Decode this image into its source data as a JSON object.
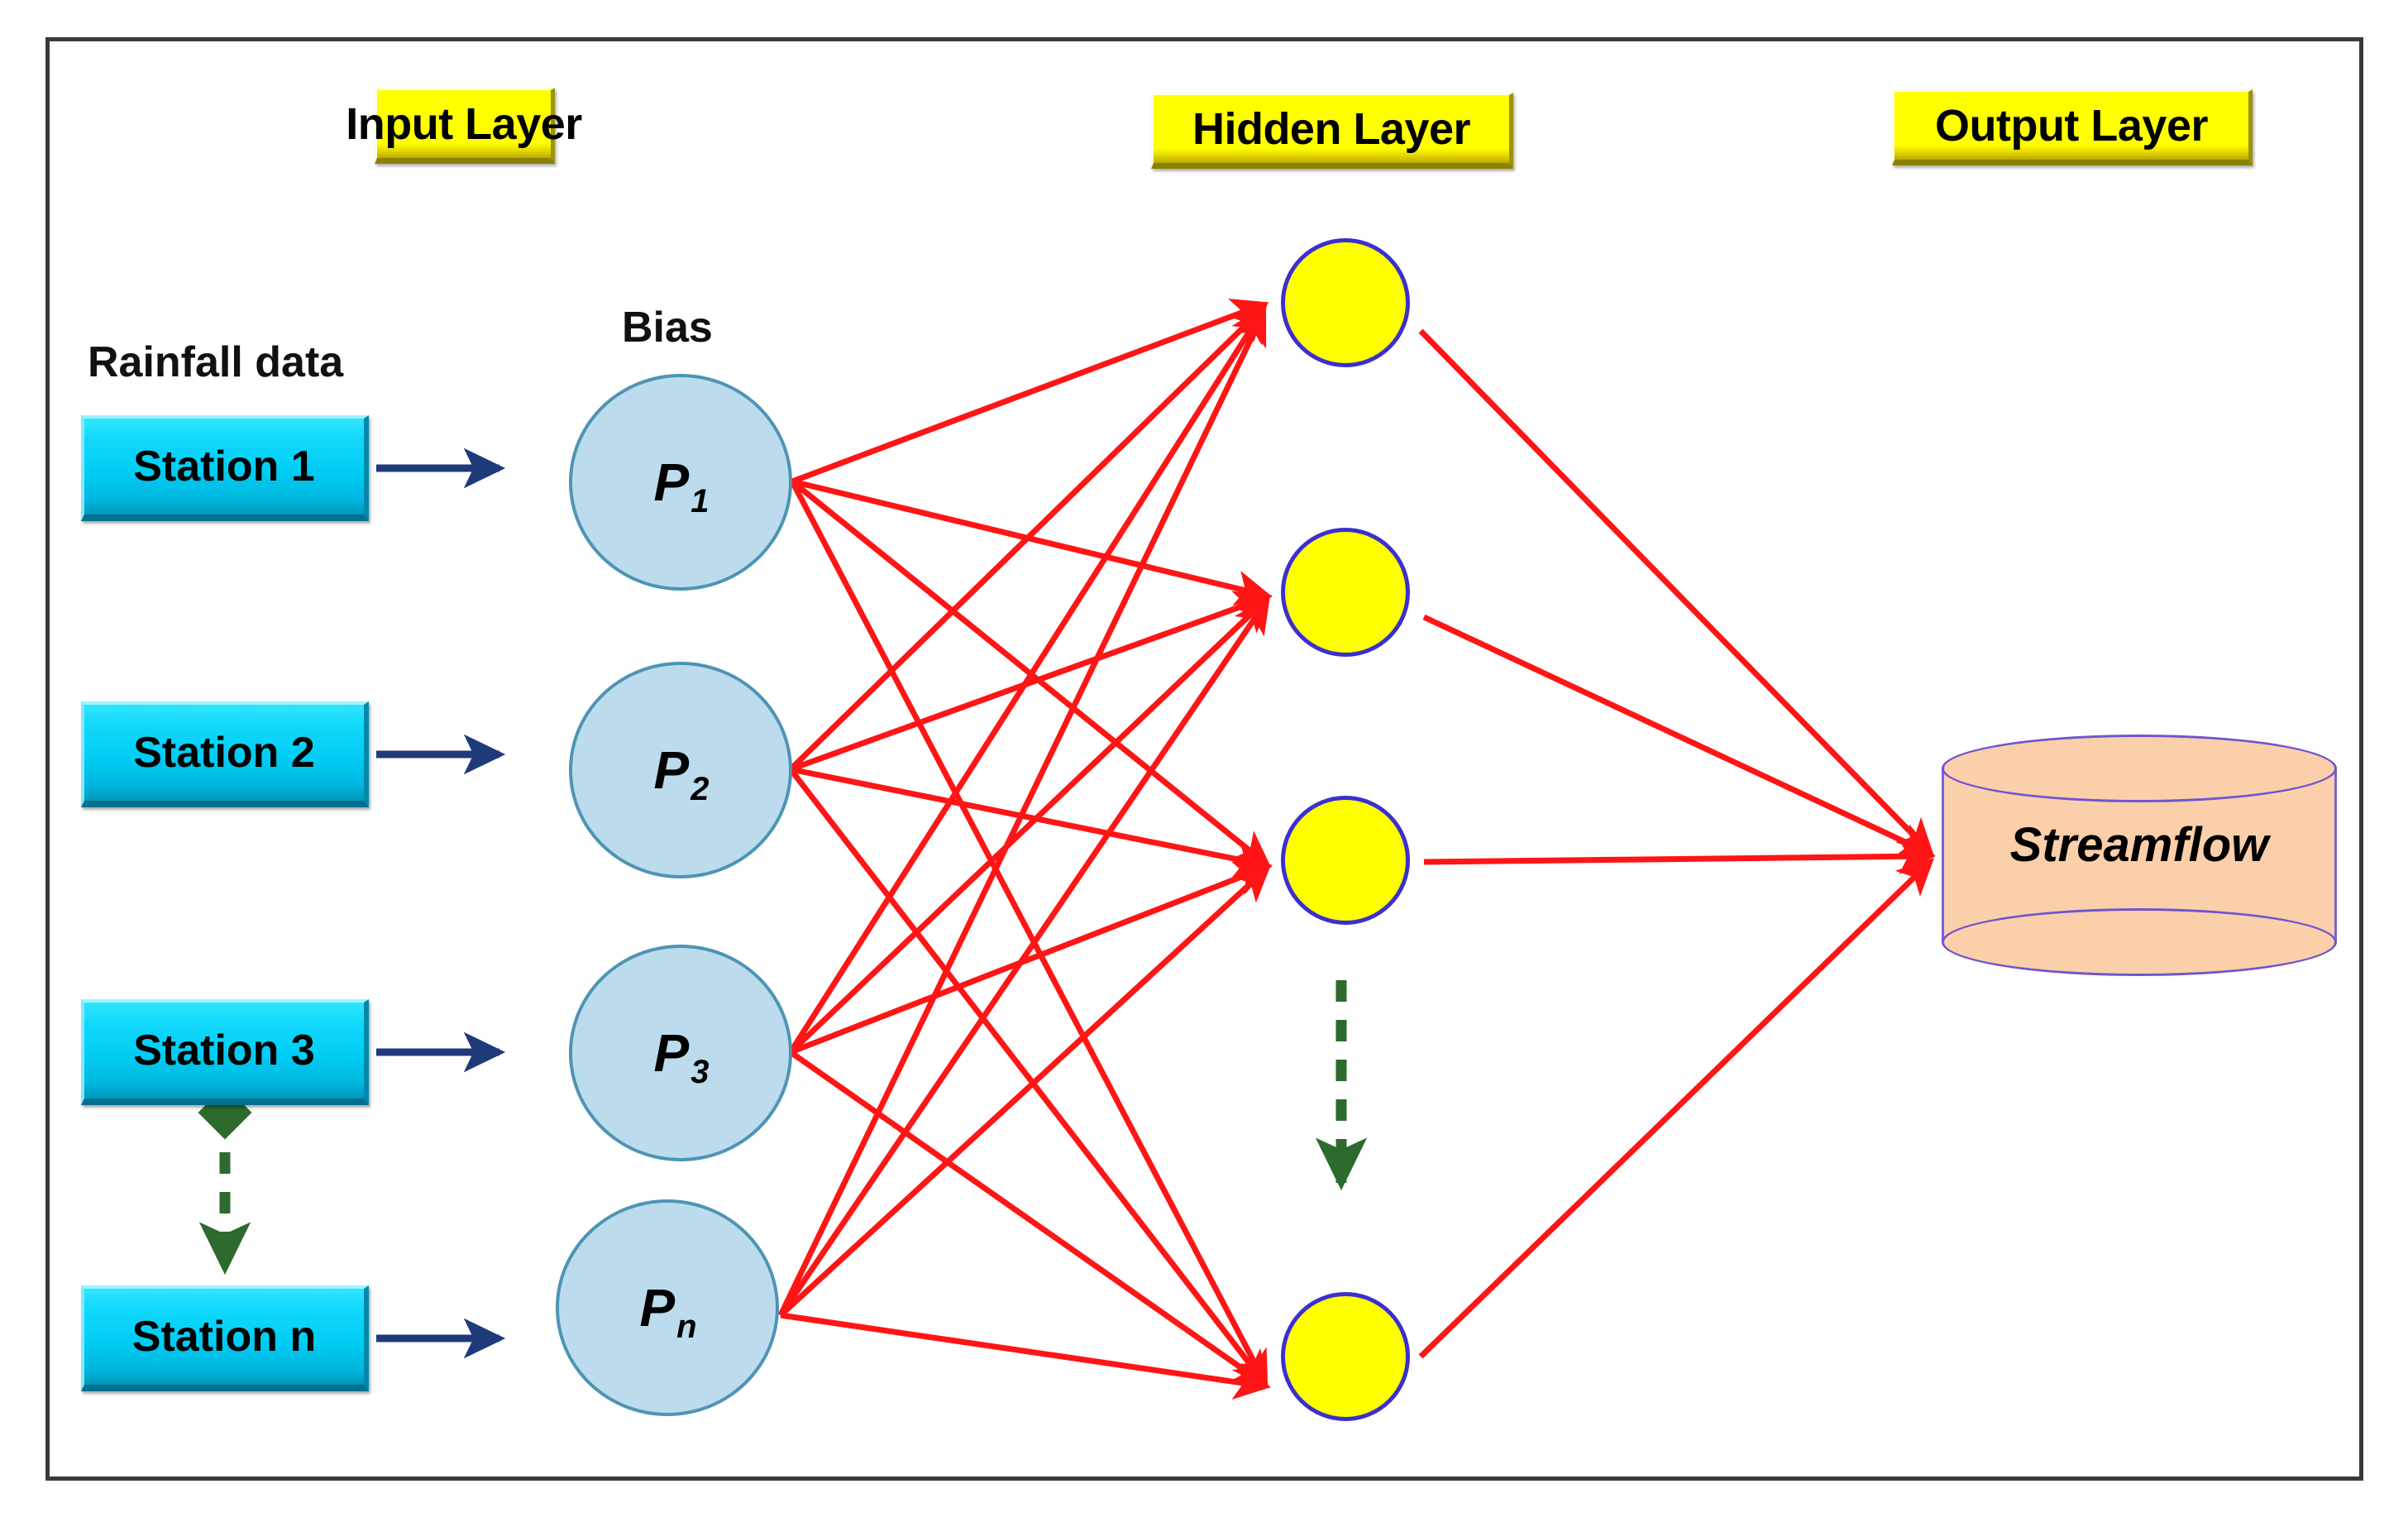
{
  "diagram": {
    "title": "Artificial Neural Network rainfall-runoff schematic",
    "colors": {
      "frame_border": "#3a3a3a",
      "caption_box": "#ffff00",
      "station_box": "#00cdf4",
      "input_node_fill": "#bcdcee",
      "input_node_border": "#4e94b5",
      "hidden_node_fill": "#ffff00",
      "hidden_node_border": "#3b2fd0",
      "output_fill": "#fbcfaa",
      "output_border": "#6f55cf",
      "connection_red": "#ff2020",
      "input_arrow_navy": "#1f3a7a",
      "continuation_green": "#2d6a2d"
    }
  },
  "layer_captions": {
    "input": "Input Layer",
    "hidden": "Hidden Layer",
    "output": "Output Layer"
  },
  "input_section": {
    "group_label": "Rainfall data",
    "bias_label": "Bias",
    "stations": [
      {
        "label": "Station 1"
      },
      {
        "label": "Station 2"
      },
      {
        "label": "Station 3"
      },
      {
        "label": "Station n"
      }
    ],
    "neurons": [
      {
        "symbol": "P",
        "subscript": "1"
      },
      {
        "symbol": "P",
        "subscript": "2"
      },
      {
        "symbol": "P",
        "subscript": "3"
      },
      {
        "symbol": "P",
        "subscript": "n"
      }
    ]
  },
  "hidden_section": {
    "node_count": 4,
    "continuation_marker": "vertical-dashed-arrow"
  },
  "output_section": {
    "label": "Streamflow"
  },
  "chart_data": {
    "type": "diagram",
    "title": "ANN architecture: rainfall stations to streamflow",
    "layers": [
      {
        "name": "Input Layer",
        "nodes": [
          "P1",
          "P2",
          "P3",
          "Pn"
        ],
        "count": 4
      },
      {
        "name": "Hidden Layer",
        "nodes": [
          "H1",
          "H2",
          "H3",
          "Hn"
        ],
        "count": 4
      },
      {
        "name": "Output Layer",
        "nodes": [
          "Streamflow"
        ],
        "count": 1
      }
    ],
    "sources": [
      "Station 1",
      "Station 2",
      "Station 3",
      "Station n"
    ],
    "connections": "fully-connected input-to-hidden and hidden-to-output",
    "edge_count_input_hidden": 16,
    "edge_count_hidden_output": 4
  }
}
